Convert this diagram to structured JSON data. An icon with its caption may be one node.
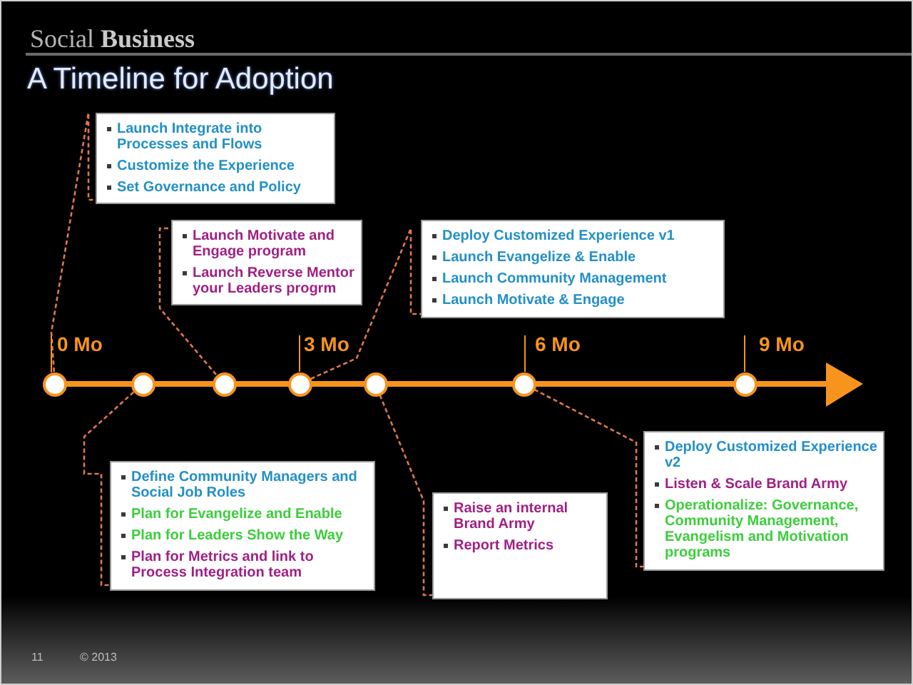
{
  "diagram": {
    "title": "A Timeline for Adoption",
    "nodes": [
      {
        "text": [
          "Launch Integrate into Processes and Flows",
          "Customize the Experience",
          "Set Governance and Policy"
        ]
      },
      {
        "text": [
          "Launch Motivate and Engage program",
          "Launch Reverse Mentor your Leaders progrm"
        ]
      },
      {
        "text": [
          "Deploy Customized Experience v1",
          "Launch Evangelize & Enable",
          "Launch Community Management",
          "Launch Motivate & Engage"
        ]
      },
      {
        "text": [],
        "shape": "circle",
        "beside": [
          "0 Mo"
        ]
      },
      {
        "text": [],
        "shape": "circle"
      },
      {
        "text": [],
        "shape": "circle"
      },
      {
        "text": [],
        "shape": "circle",
        "beside": [
          "3 Mo"
        ]
      },
      {
        "text": [],
        "shape": "circle"
      },
      {
        "text": [],
        "shape": "circle",
        "beside": [
          "6 Mo"
        ]
      },
      {
        "text": [],
        "shape": "circle",
        "beside": [
          "9 Mo"
        ]
      },
      {
        "text": [
          "Define Community Managers and Social Job Roles",
          "Plan for Evangelize and Enable",
          "Plan for Leaders Show the Way",
          "Plan for Metrics and link to Process Integration team"
        ]
      },
      {
        "text": [
          "Raise an internal Brand Army",
          "Report Metrics"
        ]
      },
      {
        "text": [
          "Deploy Customized Experience v2",
          "Listen & Scale Brand Army",
          "Operationalize: Governance, Community Management, Evangelism and Motivation programs"
        ]
      }
    ],
    "edges": [
      {
        "from": 3,
        "to": 0,
        "arrow": "none",
        "style": "dashed"
      },
      {
        "from": 5,
        "to": 1,
        "arrow": "none",
        "style": "dashed"
      },
      {
        "from": 6,
        "to": 2,
        "arrow": "none",
        "style": "dashed"
      },
      {
        "from": 4,
        "to": 10,
        "arrow": "none",
        "style": "dashed"
      },
      {
        "from": 7,
        "to": 11,
        "arrow": "none",
        "style": "dashed"
      },
      {
        "from": 8,
        "to": 12,
        "arrow": "none",
        "style": "dashed"
      }
    ],
    "labels": [
      "Social **Business**",
      "11",
      "© 2013"
    ]
  }
}
